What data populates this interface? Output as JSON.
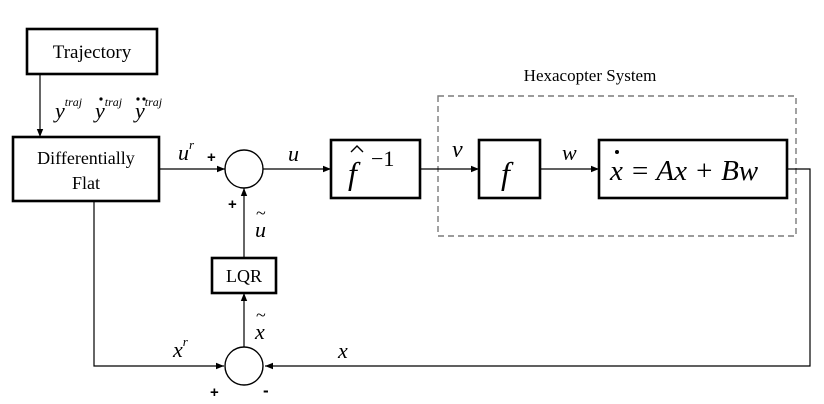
{
  "diagram": {
    "system_label": "Hexacopter System",
    "blocks": {
      "trajectory": "Trajectory",
      "flat_line1": "Differentially",
      "flat_line2": "Flat",
      "lqr": "LQR",
      "finv": "f",
      "finv_exp": "−1",
      "f": "f",
      "plant": {
        "xdot": "x",
        "eq": " = Ax + Bw"
      }
    },
    "signals": {
      "y_traj": {
        "base": "y",
        "sup": "traj"
      },
      "ydot_traj": {
        "base": "y",
        "sup": "traj"
      },
      "yddot_traj": {
        "base": "y",
        "sup": "traj"
      },
      "u_ref": {
        "base": "u",
        "sup": "r"
      },
      "u": "u",
      "v": "v",
      "w": "w",
      "u_tilde": "u",
      "x_tilde": "x",
      "x_ref": {
        "base": "x",
        "sup": "r"
      },
      "x": "x"
    },
    "signs": {
      "sum1_left": "+",
      "sum1_bottom": "+",
      "sum2_left": "+",
      "sum2_right": "-"
    }
  }
}
